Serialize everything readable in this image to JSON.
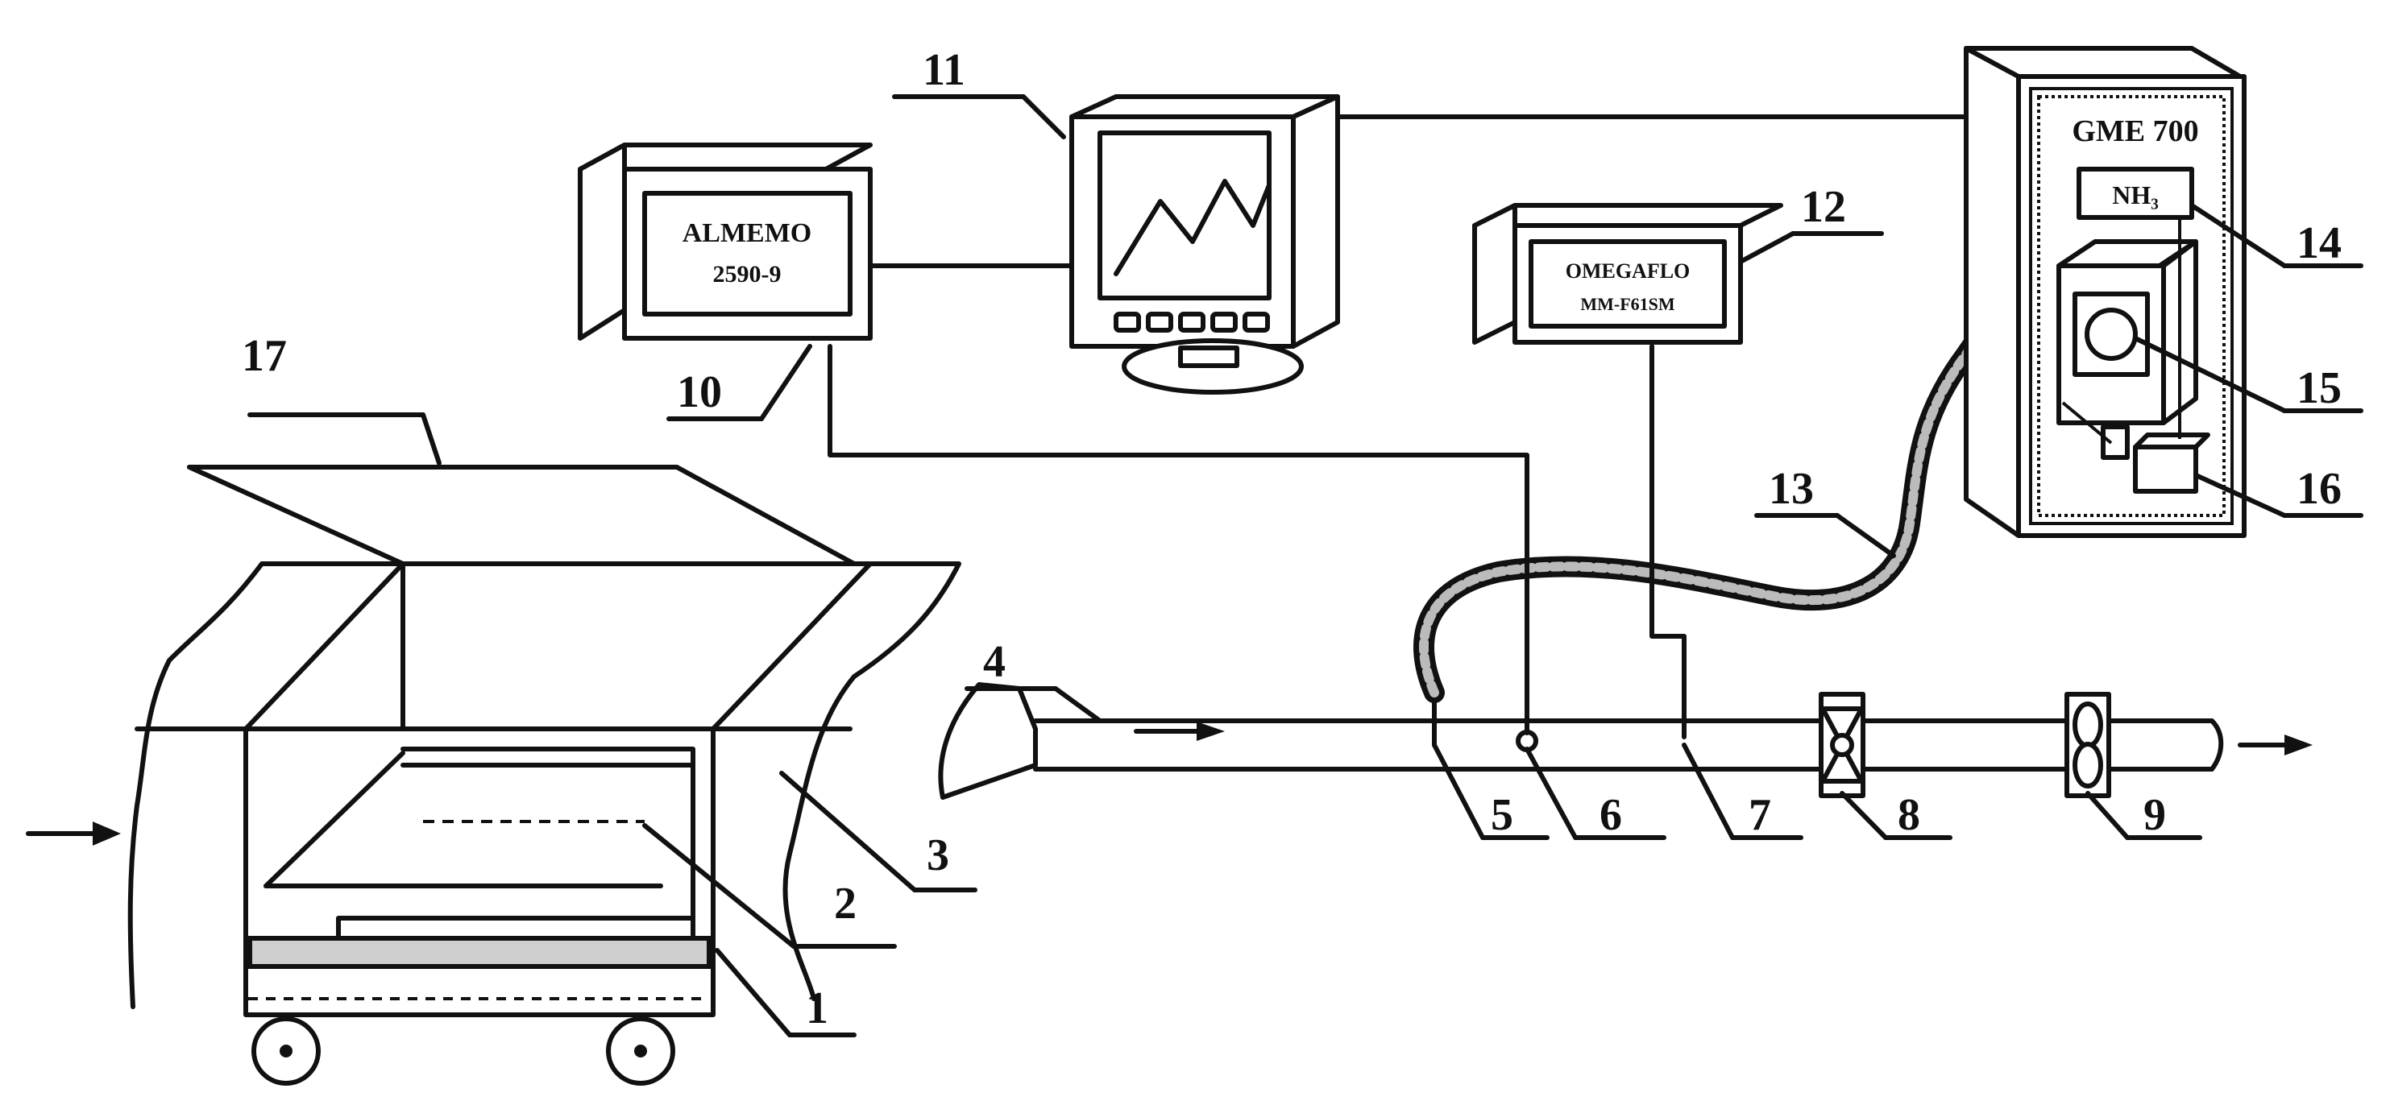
{
  "devices": {
    "logger_brand": "ALMEMO",
    "logger_model": "2590-9",
    "flow_meter_brand": "OMEGAFLO",
    "flow_meter_model": "MM-F61SM",
    "gas_analyzer_model": "GME 700",
    "gas_sensor": "NH₃"
  },
  "callouts": [
    "1",
    "2",
    "3",
    "4",
    "5",
    "6",
    "7",
    "8",
    "9",
    "10",
    "11",
    "12",
    "13",
    "14",
    "15",
    "16",
    "17"
  ],
  "colors": {
    "line": "#111111",
    "background": "#ffffff"
  }
}
